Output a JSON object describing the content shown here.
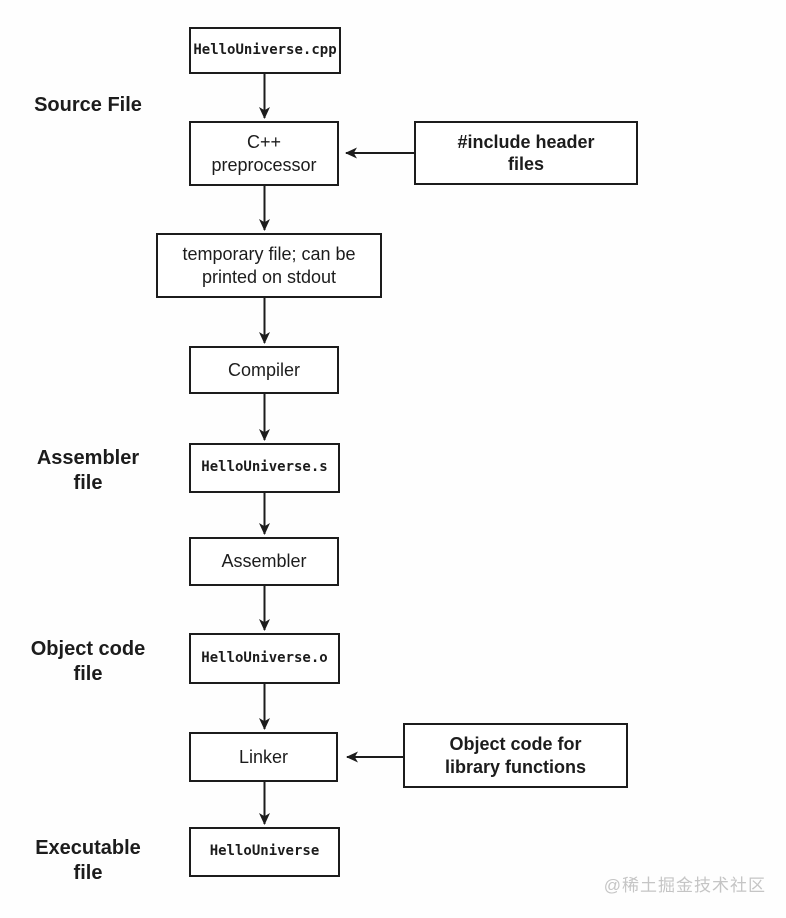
{
  "diagram": {
    "nodes": [
      {
        "label": "HelloUniverse.cpp"
      },
      {
        "label": "C++\npreprocessor"
      },
      {
        "label": "temporary file; can be\nprinted on stdout"
      },
      {
        "label": "Compiler"
      },
      {
        "label": "HelloUniverse.s"
      },
      {
        "label": "Assembler"
      },
      {
        "label": "HelloUniverse.o"
      },
      {
        "label": "Linker"
      },
      {
        "label": "HelloUniverse"
      }
    ],
    "callouts": [
      {
        "label": "#include header\nfiles"
      },
      {
        "label": "Object code for\nlibrary functions"
      }
    ],
    "stage_labels": [
      {
        "label": "Source File"
      },
      {
        "label": "Assembler\nfile"
      },
      {
        "label": "Object code\nfile"
      },
      {
        "label": "Executable\nfile"
      }
    ],
    "colors": {
      "line": "#1c1c1c",
      "background": "#fefefe",
      "box_fill": "#ffffff",
      "watermark": "#c5c5c5"
    }
  },
  "watermark": {
    "text": "@稀土掘金技术社区"
  }
}
